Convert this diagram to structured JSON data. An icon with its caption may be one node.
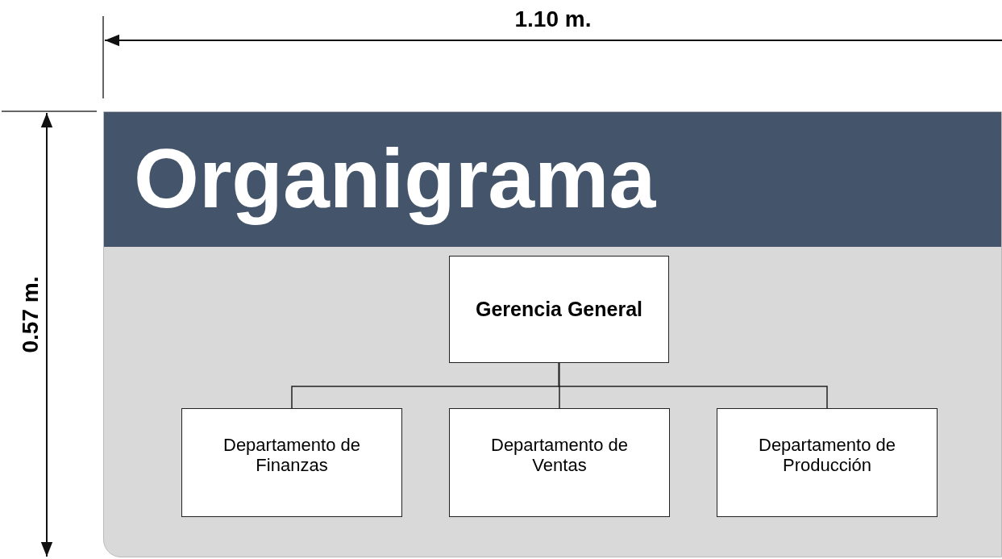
{
  "diagram": {
    "nodes": [
      {
        "text": [
          "Organigrama"
        ]
      },
      {
        "text": [
          "Gerencia General"
        ],
        "in": 0
      },
      {
        "text": [
          "Departamento de Finanzas"
        ],
        "in": 0
      },
      {
        "text": [
          "Departamento de Ventas"
        ],
        "in": 0
      },
      {
        "text": [
          "Departamento de Producción"
        ],
        "in": 0
      }
    ],
    "edges": [
      {
        "from": 1,
        "to": 2,
        "arrow": "none"
      },
      {
        "from": 1,
        "to": 3,
        "arrow": "none"
      },
      {
        "from": 1,
        "to": 4,
        "arrow": "none"
      }
    ],
    "labels": [
      "1.10 m.",
      "0.57 m."
    ]
  }
}
